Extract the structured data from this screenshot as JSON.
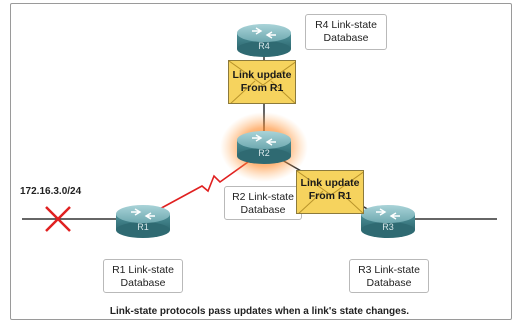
{
  "network": {
    "address": "172.16.3.0/24"
  },
  "routers": [
    {
      "id": "R1",
      "label_line1": "R1 Link-state",
      "label_line2": "Database",
      "highlighted": false
    },
    {
      "id": "R2",
      "label_line1": "R2 Link-state",
      "label_line2": "Database",
      "highlighted": true
    },
    {
      "id": "R3",
      "label_line1": "R3 Link-state",
      "label_line2": "Database",
      "highlighted": false
    },
    {
      "id": "R4",
      "label_line1": "R4 Link-state",
      "label_line2": "Database",
      "highlighted": false
    }
  ],
  "updates": [
    {
      "line1": "Link update",
      "line2": "From R1"
    },
    {
      "line1": "Link update",
      "line2": "From R1"
    }
  ],
  "caption": "Link-state protocols pass updates when a link's state changes.",
  "colors": {
    "router_body": "#3f7f87",
    "router_top": "#8fc0c6",
    "failed_link": "#e02020",
    "glow": "#ff7a1a",
    "envelope": "#f6d35e",
    "cable": "#333333"
  }
}
